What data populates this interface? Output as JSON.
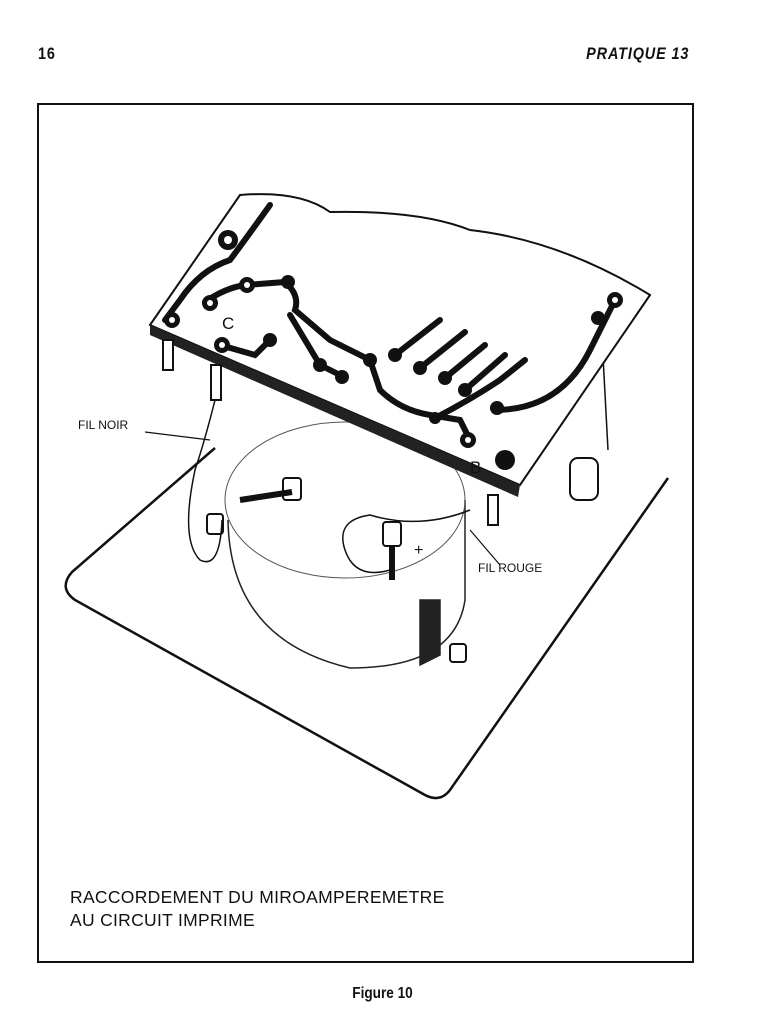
{
  "header": {
    "page_number": "16",
    "running_title": "PRATIQUE 13"
  },
  "figure": {
    "labels": {
      "black_wire": "FIL NOIR",
      "red_wire": "FIL ROUGE",
      "point_c": "C",
      "point_b": "B",
      "plus": "+"
    },
    "caption_line1": "RACCORDEMENT DU MIROAMPEREMETRE",
    "caption_line2": "AU CIRCUIT IMPRIME",
    "figure_label": "Figure 10"
  }
}
